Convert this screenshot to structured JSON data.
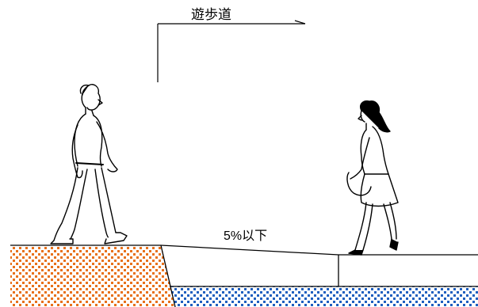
{
  "diagram": {
    "walkway_label": "遊歩道",
    "slope_label": "5%以下"
  },
  "colors": {
    "line": "#000000",
    "orange_hatch": "#e8711b",
    "blue_hatch": "#1f5fbf",
    "background": "#ffffff"
  },
  "figures": {
    "left": "walking-man-figure",
    "right": "walking-woman-figure"
  }
}
